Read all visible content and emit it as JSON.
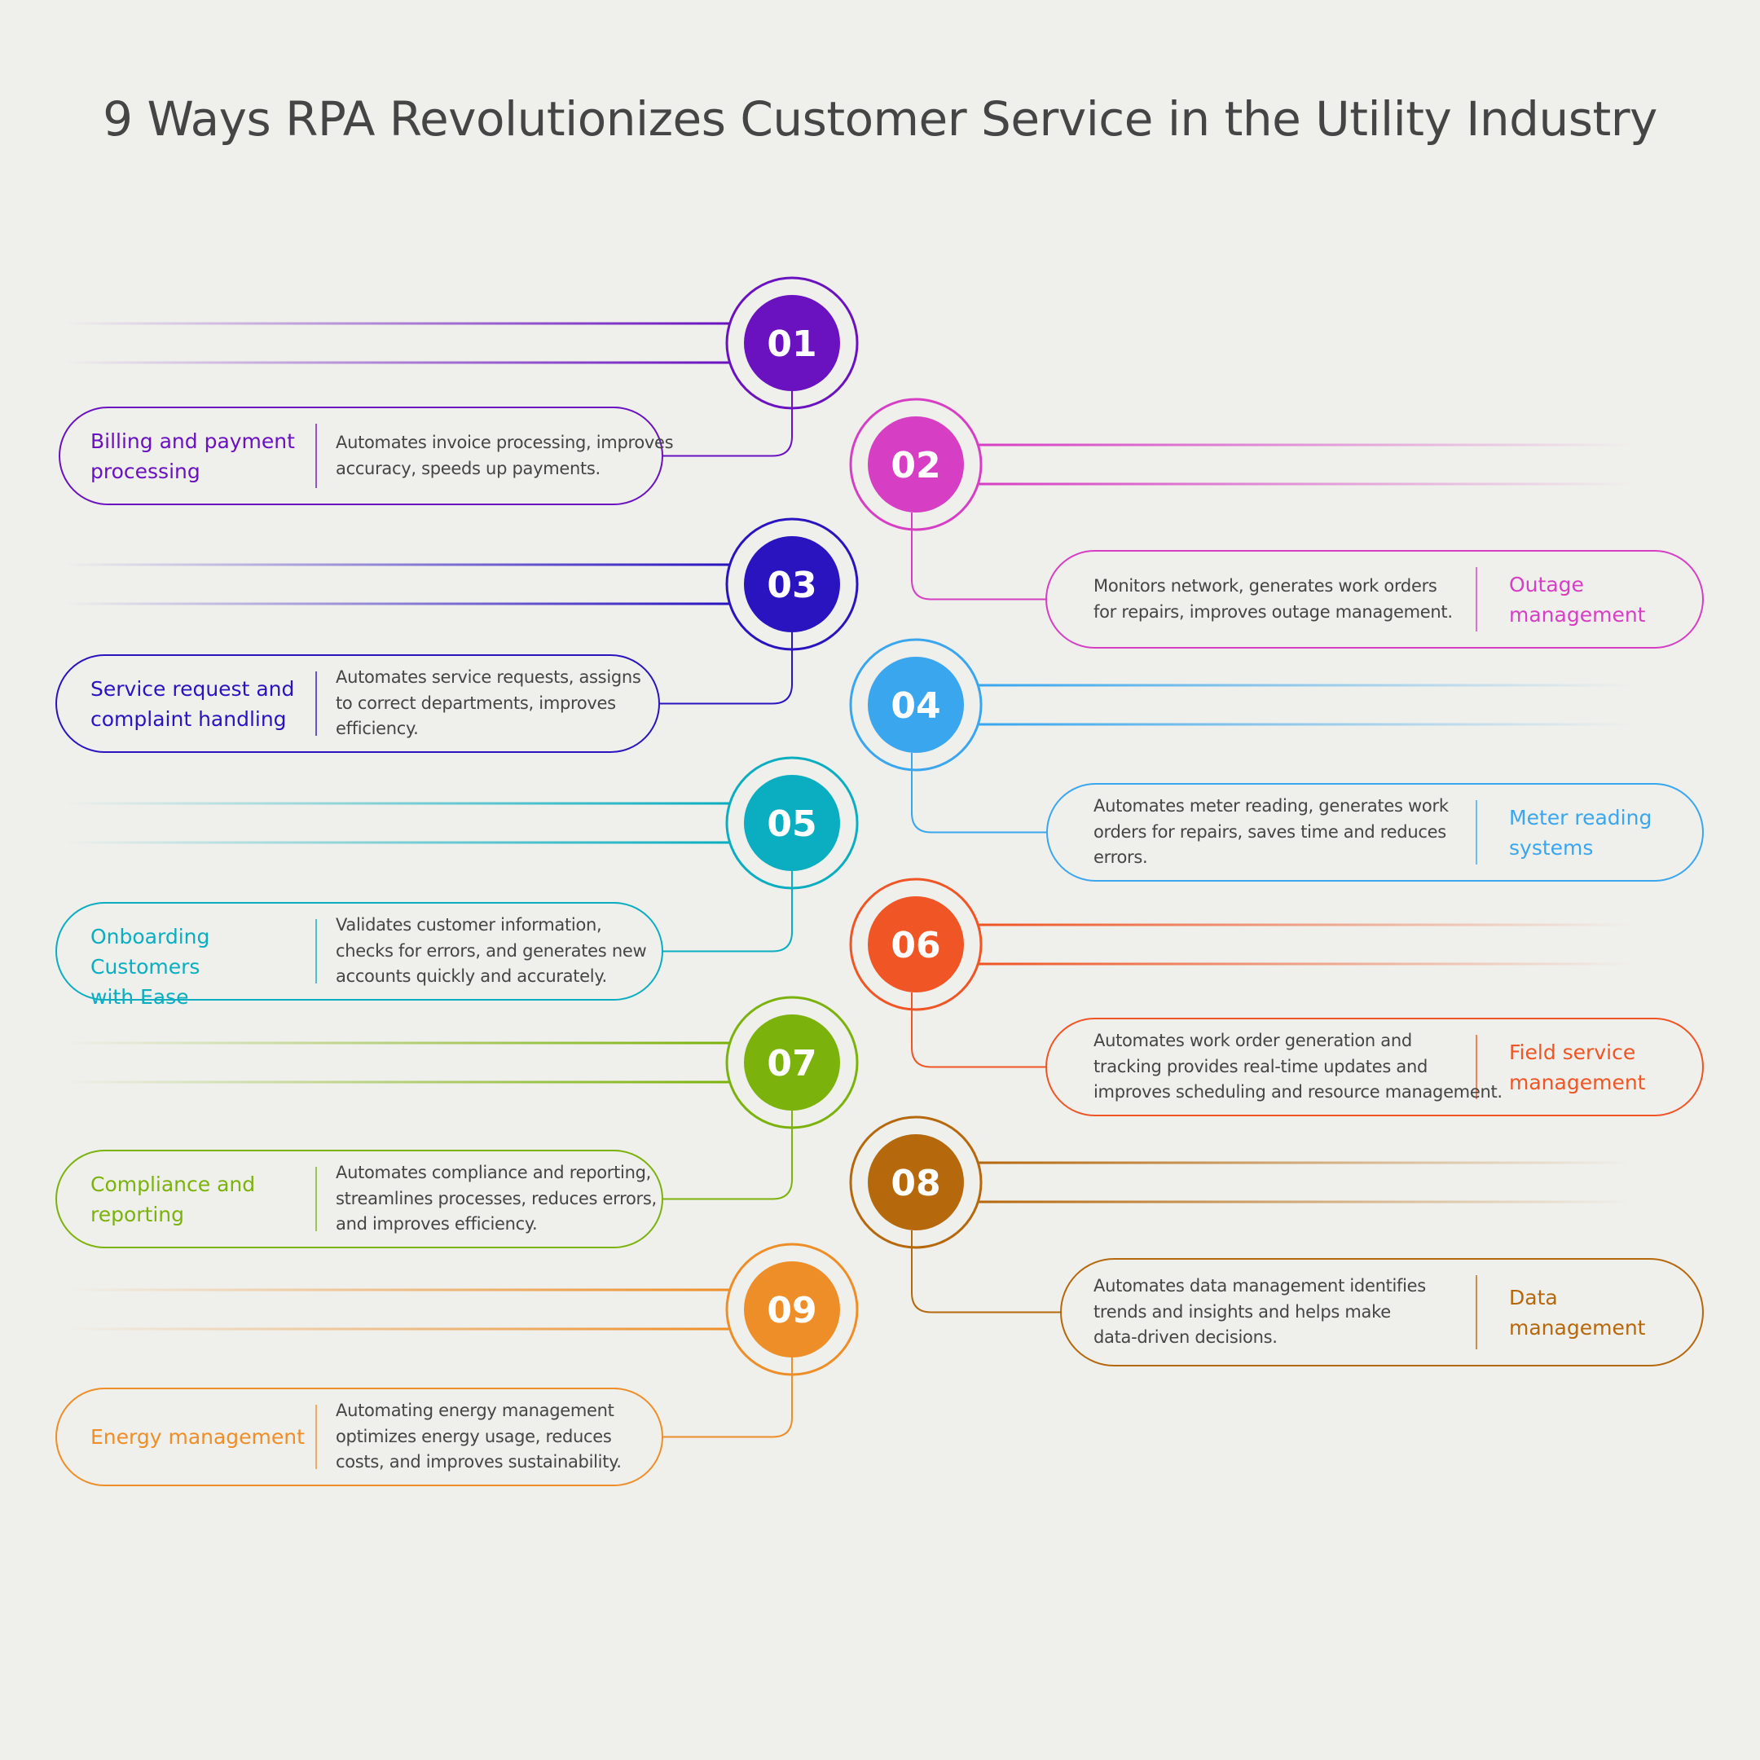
{
  "title": "9 Ways RPA Revolutionizes Customer Service in the Utility Industry",
  "items": [
    {
      "number": "01",
      "title": "Billing and payment processing",
      "description": "Automates invoice processing, improves accuracy, speeds up payments.",
      "color": "#6a12c0"
    },
    {
      "number": "02",
      "title": "Outage management",
      "description": "Monitors network, generates work orders for repairs, improves outage management.",
      "color": "#d63fc4"
    },
    {
      "number": "03",
      "title": "Service request and complaint handling",
      "description": "Automates service requests, assigns to correct departments, improves efficiency.",
      "color": "#2a14c0"
    },
    {
      "number": "04",
      "title": "Meter reading systems",
      "description": "Automates meter reading, generates work orders for repairs, saves time and reduces errors.",
      "color": "#3aa6ee"
    },
    {
      "number": "05",
      "title": "Onboarding Customers with Ease",
      "description": "Validates customer information, checks for errors, and generates new accounts quickly and accurately.",
      "color": "#0aaec0"
    },
    {
      "number": "06",
      "title": "Field service management",
      "description": "Automates work order generation and tracking provides real-time updates and improves scheduling and resource management.",
      "color": "#ef5525"
    },
    {
      "number": "07",
      "title": "Compliance and reporting",
      "description": "Automates compliance and reporting, streamlines processes, reduces errors, and improves efficiency.",
      "color": "#7cb20c"
    },
    {
      "number": "08",
      "title": "Data management",
      "description": "Automates data management identifies trends and insights and helps make data-driven decisions.",
      "color": "#b5680c"
    },
    {
      "number": "09",
      "title": "Energy management",
      "description": "Automating energy management optimizes energy usage, reduces costs, and improves sustainability.",
      "color": "#ee8e28"
    }
  ]
}
